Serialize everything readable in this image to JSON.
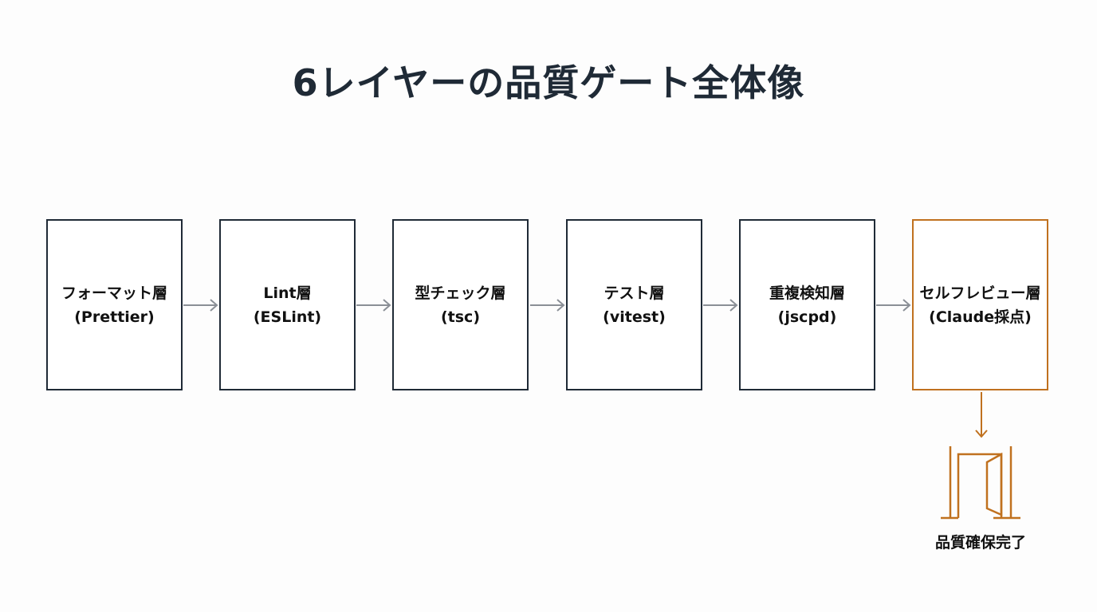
{
  "title": "6レイヤーの品質ゲート全体像",
  "colors": {
    "box_border": "#1f2a36",
    "final_border": "#c0711f",
    "arrow": "#8a8f96",
    "text": "#111111"
  },
  "layers": [
    {
      "name": "フォーマット層",
      "tool": "(Prettier)"
    },
    {
      "name": "Lint層",
      "tool": "(ESLint)"
    },
    {
      "name": "型チェック層",
      "tool": "(tsc)"
    },
    {
      "name": "テスト層",
      "tool": "(vitest)"
    },
    {
      "name": "重複検知層",
      "tool": "(jscpd)"
    },
    {
      "name": "セルフレビュー層",
      "tool": "(Claude採点)"
    }
  ],
  "outcome": {
    "icon": "open-door-icon",
    "label": "品質確保完了"
  }
}
